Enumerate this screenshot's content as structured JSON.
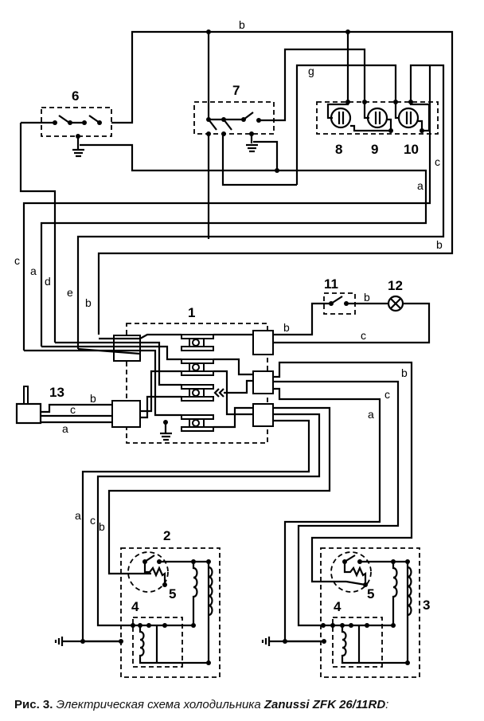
{
  "diagram": {
    "components": {
      "c1": "1",
      "c2": "2",
      "c3": "3",
      "c4a": "4",
      "c4b": "4",
      "c5a": "5",
      "c5b": "5",
      "c6": "6",
      "c7": "7",
      "c8": "8",
      "c9": "9",
      "c10": "10",
      "c11": "11",
      "c12": "12",
      "c13": "13"
    },
    "wire_labels": {
      "top_b": "b",
      "g": "g",
      "right_c": "c",
      "right_a": "a",
      "right_b": "b",
      "left_c": "c",
      "left_a": "a",
      "left_d": "d",
      "left_e": "e",
      "left_b": "b",
      "lamp_b1": "b",
      "lamp_b2": "b",
      "lamp_c": "c",
      "plug_b": "b",
      "plug_c": "c",
      "plug_a": "a",
      "r_b": "b",
      "r_c": "c",
      "r_a": "a",
      "l_a": "a",
      "l_c": "c",
      "l_b": "b"
    }
  },
  "caption": {
    "prefix": "Рис. 3.",
    "text": " Электрическая схема холодильника ",
    "model": "Zanussi ZFK 26/11RD",
    "suffix": ":"
  }
}
